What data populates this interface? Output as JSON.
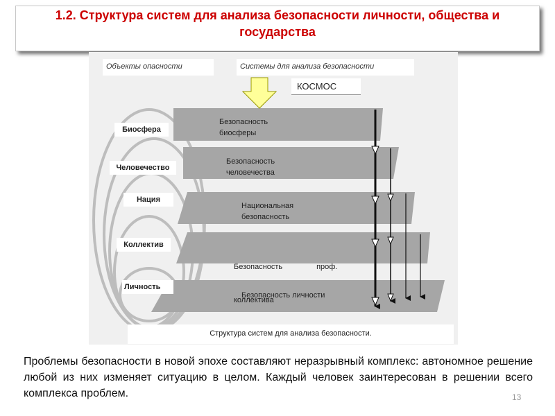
{
  "title": "1.2. Структура систем для анализа безопасности личности, общества и государства",
  "headers": {
    "objects": "Объекты опасности",
    "systems": "Системы для анализа безопасности"
  },
  "kosmos": "КОСМОС",
  "objects": [
    "Биосфера",
    "Человечество",
    "Нация",
    "Коллектив",
    "Личность"
  ],
  "bands": [
    {
      "line1": "Безопасность",
      "line2": "биосферы"
    },
    {
      "line1": "Безопасность",
      "line2": "человечества"
    },
    {
      "line1": "Национальная",
      "line2": "безопасность"
    },
    {
      "line1": "Безопасность                проф.",
      "line2": "коллектива"
    },
    {
      "line1": "Безопасность личности",
      "line2": ""
    }
  ],
  "caption": "Структура систем для анализа безопасности.",
  "paragraph": "Проблемы безопасности в новой эпохе составляют неразрывный комплекс: автономное решение любой из них изменяет ситуацию в целом. Каждый человек заинтересован в решении всего комплекса проблем.",
  "page_number": "13",
  "colors": {
    "title": "#cc0000",
    "band": "#a6a6a6",
    "arrow_fill": "#ffff99",
    "arrow_stroke": "#999900"
  }
}
